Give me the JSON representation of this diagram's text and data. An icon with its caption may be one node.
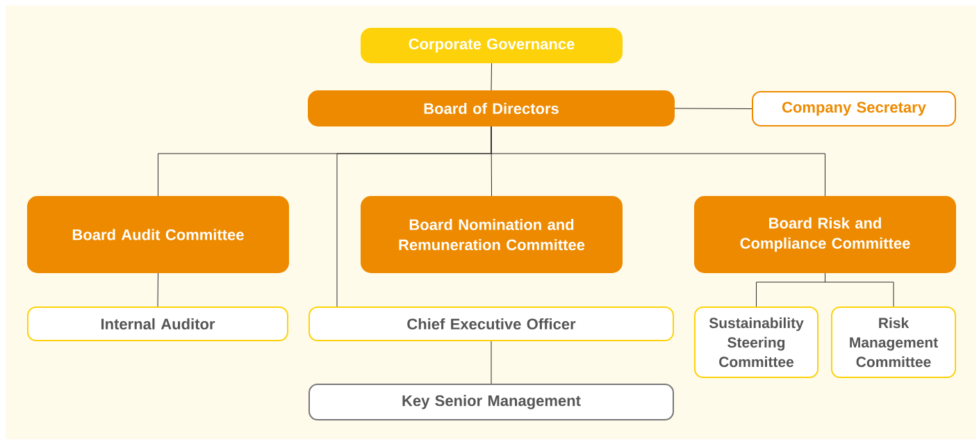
{
  "diagram": {
    "nodes": [
      {
        "text": [
          "Corporate Governance"
        ]
      },
      {
        "text": [
          "Board of Directors"
        ]
      },
      {
        "text": [
          "Company Secretary"
        ]
      },
      {
        "text": [
          "Board Audit Committee"
        ]
      },
      {
        "text": [
          "Board Nomination and Remuneration Committee"
        ]
      },
      {
        "text": [
          "Board Risk and Compliance Committee"
        ]
      },
      {
        "text": [
          "Internal Auditor"
        ]
      },
      {
        "text": [
          "Chief Executive Officer"
        ]
      },
      {
        "text": [
          "Sustainability Steering Committee"
        ]
      },
      {
        "text": [
          "Risk Management Committee"
        ]
      },
      {
        "text": [
          "Key Senior Management"
        ]
      }
    ],
    "edges": [
      {
        "from": 0,
        "to": 1,
        "arrow": "none"
      },
      {
        "from": 1,
        "to": 2,
        "arrow": "none"
      },
      {
        "from": 1,
        "to": 3,
        "arrow": "none"
      },
      {
        "from": 1,
        "to": 4,
        "arrow": "none"
      },
      {
        "from": 1,
        "to": 5,
        "arrow": "none"
      },
      {
        "from": 1,
        "to": 7,
        "arrow": "none"
      },
      {
        "from": 3,
        "to": 6,
        "arrow": "none"
      },
      {
        "from": 5,
        "to": 8,
        "arrow": "none"
      },
      {
        "from": 5,
        "to": 9,
        "arrow": "none"
      },
      {
        "from": 7,
        "to": 10,
        "arrow": "none"
      }
    ]
  }
}
